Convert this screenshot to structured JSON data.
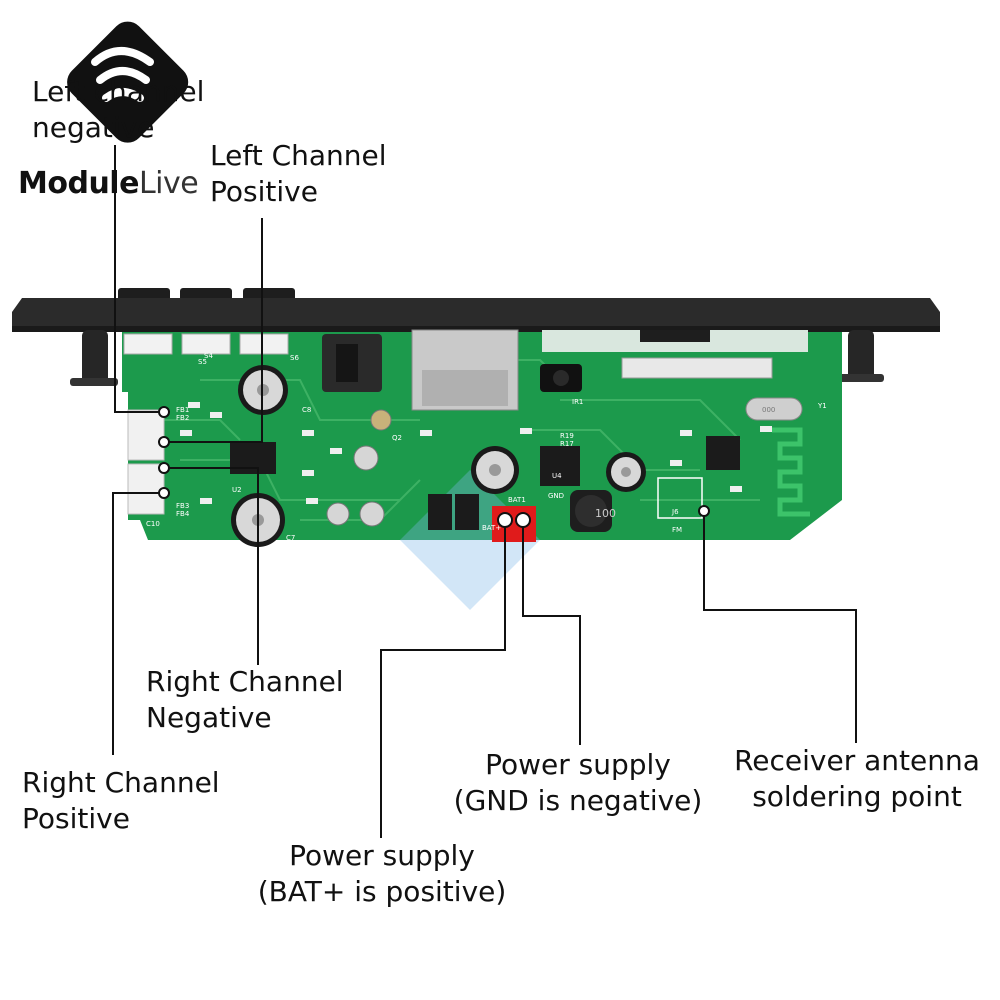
{
  "brand": {
    "name_bold": "Module",
    "name_light": "Live"
  },
  "labels": {
    "left_negative": [
      "Left channel",
      "negative"
    ],
    "left_positive": [
      "Left Channel",
      "Positive"
    ],
    "right_negative": [
      "Right Channel",
      "Negative"
    ],
    "right_positive": [
      "Right Channel",
      "Positive"
    ],
    "power_bat": [
      "Power supply",
      "(BAT+ is positive)"
    ],
    "power_gnd": [
      "Power supply",
      "(GND is negative)"
    ],
    "antenna": [
      "Receiver antenna",
      "soldering point"
    ]
  },
  "board_silk": {
    "cap_main": "100",
    "bat": "BAT1",
    "gnd": "GND",
    "batp": "BAT+",
    "xtal": "000",
    "y1": "Y1",
    "fm": "FM",
    "s5": "S5",
    "s6": "S6",
    "s4": "S4",
    "fb1": "FB1",
    "fb2": "FB2",
    "fb3": "FB3",
    "fb4": "FB4",
    "c10": "C10",
    "c8": "C8",
    "c7": "C7",
    "r17": "R17",
    "r19": "R19",
    "u4": "U4",
    "j6": "J6",
    "ir1": "IR1",
    "u2": "U2",
    "q2": "Q2"
  },
  "colors": {
    "pcb": "#1c9a4c",
    "pcb_dark": "#137a3a",
    "trace": "#46b76a",
    "bezel": "#2b2b2b",
    "connector": "#e01b1b",
    "leader": "#111111"
  }
}
